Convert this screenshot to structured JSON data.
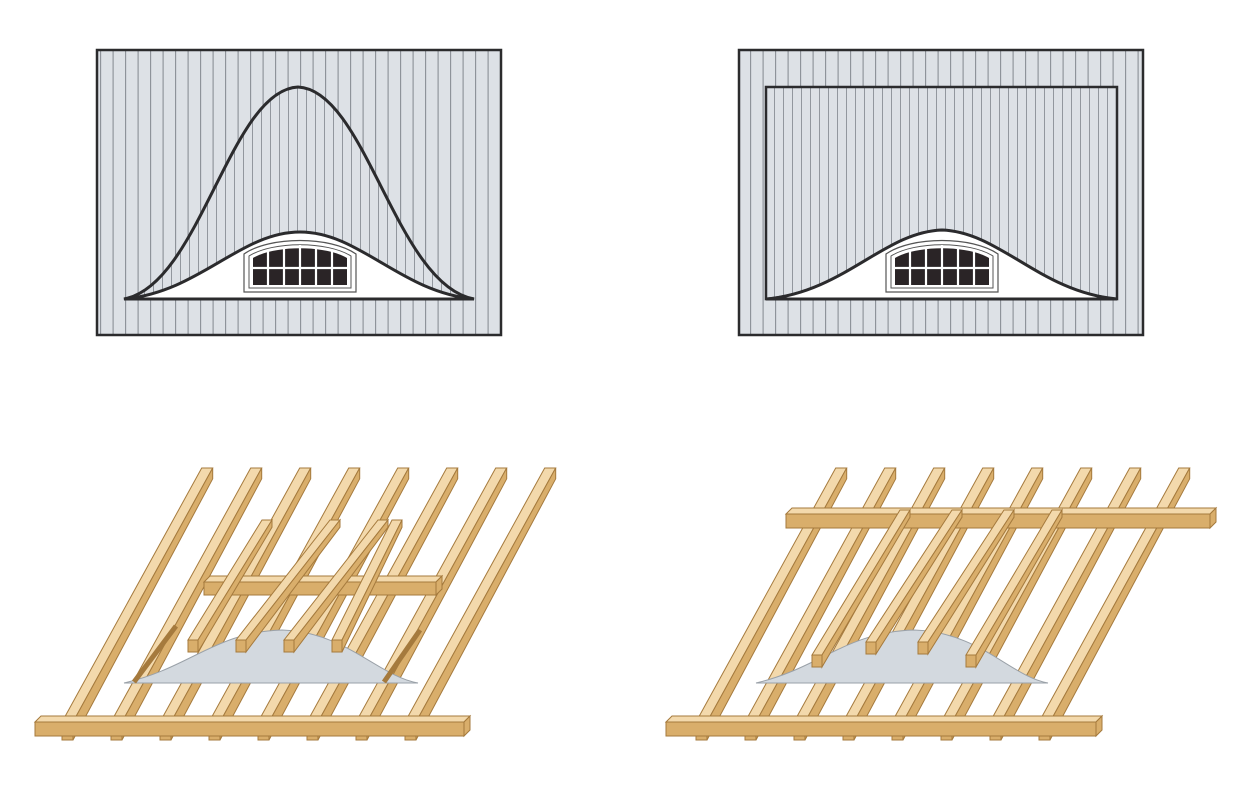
{
  "colors": {
    "background": "#ffffff",
    "roof_fill": "#dde1e6",
    "roof_stripe": "#8a8f96",
    "outline": "#2b2b2d",
    "window_glass": "#2a2426",
    "window_frame": "#ffffff",
    "wood_top": "#f3d9ac",
    "wood_side": "#d9ae6b",
    "wood_edge": "#a57a3d",
    "sheathing": "#d3d9df"
  },
  "panels": [
    {
      "id": "elevation-eyebrow-tall",
      "kind": "elevation",
      "curve": "bell-tall"
    },
    {
      "id": "elevation-eyebrow-framed",
      "kind": "elevation",
      "curve": "bell-low-with-frame"
    },
    {
      "id": "framing-eyebrow-header",
      "kind": "framing",
      "variant": "header-between-rafters"
    },
    {
      "id": "framing-eyebrow-purlin",
      "kind": "framing",
      "variant": "upper-purlin"
    }
  ]
}
